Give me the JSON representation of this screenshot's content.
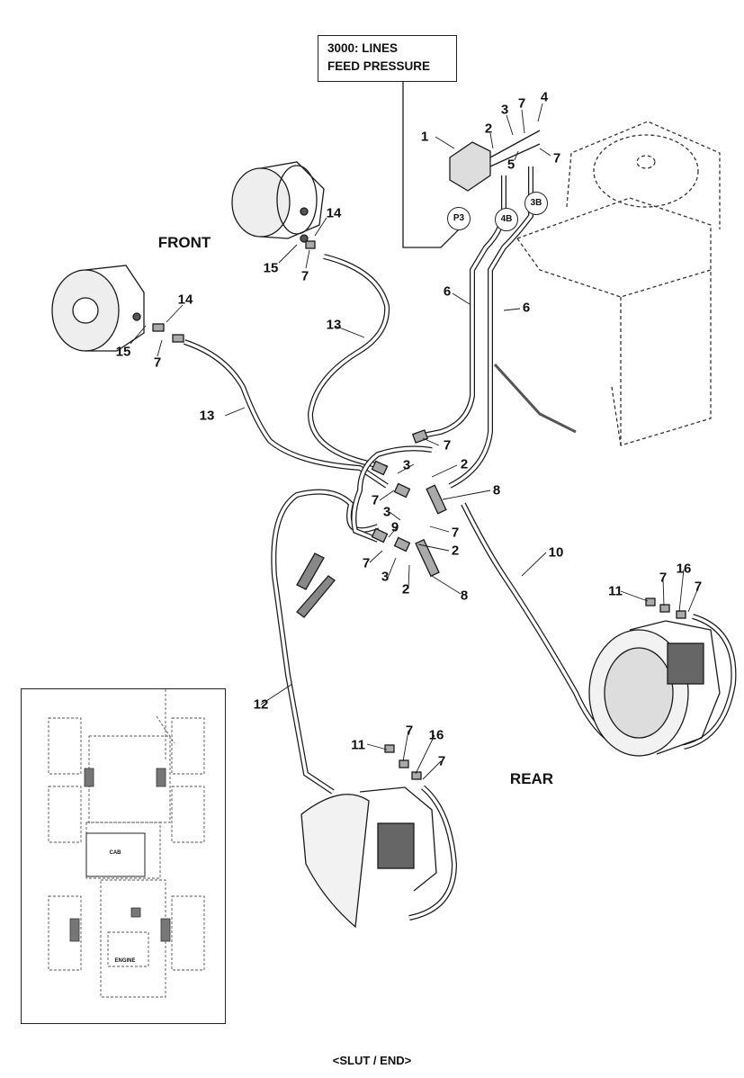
{
  "title_box": {
    "line1": "3000: LINES",
    "line2": "FEED PRESSURE"
  },
  "labels": {
    "front": "FRONT",
    "rear": "REAR",
    "footer": "<SLUT / END>"
  },
  "ports": {
    "p3": "P3",
    "p4b": "4B",
    "p3b": "3B"
  },
  "inset": {
    "cab": "CAB",
    "engine": "ENGINE"
  },
  "callouts": {
    "c1": "1",
    "c2a": "2",
    "c3a": "3",
    "c7a": "7",
    "c4": "4",
    "c5": "5",
    "c7b": "7",
    "c14a": "14",
    "c15a": "15",
    "c7c": "7",
    "c14b": "14",
    "c15b": "15",
    "c7d": "7",
    "c13a": "13",
    "c13b": "13",
    "c6a": "6",
    "c6b": "6",
    "c7e": "7",
    "c3b": "3",
    "c2b": "2",
    "c7f": "7",
    "c8a": "8",
    "c3c": "3",
    "c7g": "7",
    "c9": "9",
    "c2c": "2",
    "c7h": "7",
    "c3d": "3",
    "c2d": "2",
    "c8b": "8",
    "c10": "10",
    "c11a": "11",
    "c7i": "7",
    "c16a": "16",
    "c7j": "7",
    "c12": "12",
    "c11b": "11",
    "c7k": "7",
    "c16b": "16",
    "c7l": "7"
  },
  "colors": {
    "line": "#1a1a1a",
    "hose_fill": "#ffffff",
    "dashed": "#555555",
    "motor_fill": "#777777"
  }
}
